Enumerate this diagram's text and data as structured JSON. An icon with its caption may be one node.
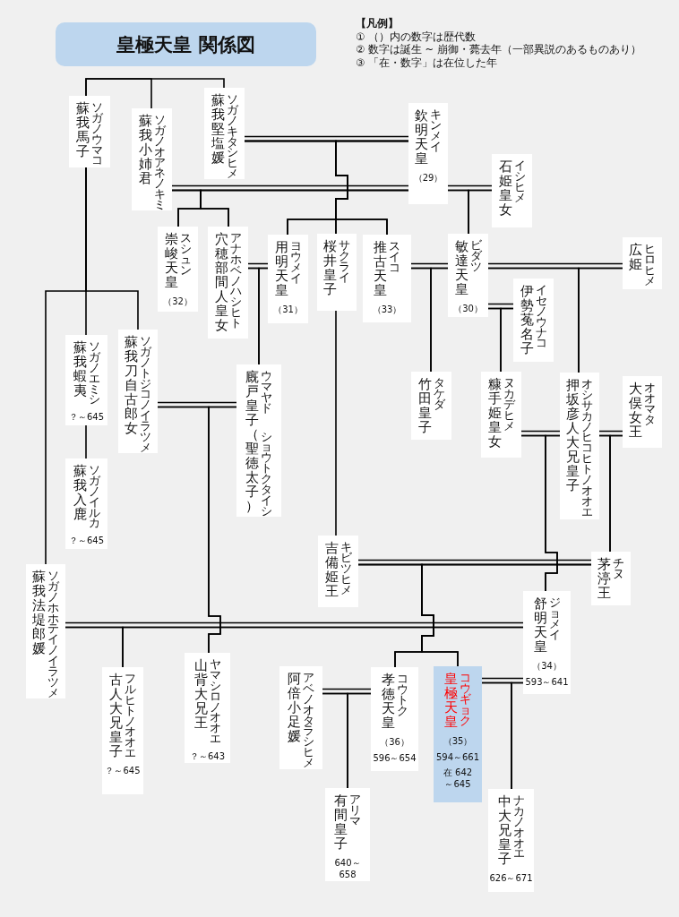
{
  "diagram": {
    "title": "皇極天皇 関係図",
    "nodes": [
      {
        "text": [
          "蘇我馬子",
          "ソガノウマコ"
        ]
      },
      {
        "text": [
          "蘇我小姉君",
          "ソガノオアネノキミ"
        ]
      },
      {
        "text": [
          "蘇我堅塩媛",
          "ソガノキタシヒメ"
        ]
      },
      {
        "text": [
          "欽明天皇",
          "キンメイ",
          "（29）"
        ]
      },
      {
        "text": [
          "石姫皇女",
          "イシヒメ"
        ]
      },
      {
        "text": [
          "崇峻天皇",
          "スシュン",
          "（32）"
        ]
      },
      {
        "text": [
          "穴穂部間人皇女",
          "アナホベノハシヒト"
        ]
      },
      {
        "text": [
          "用明天皇",
          "ヨウメイ",
          "（31）"
        ]
      },
      {
        "text": [
          "桜井皇子",
          "サクライ"
        ]
      },
      {
        "text": [
          "推古天皇",
          "スイコ",
          "（33）"
        ]
      },
      {
        "text": [
          "敏達天皇",
          "ビダツ",
          "（30）"
        ]
      },
      {
        "text": [
          "広姫",
          "ヒロヒメ"
        ]
      },
      {
        "text": [
          "伊勢菟名子",
          "イセノウナコ"
        ]
      },
      {
        "text": [
          "蘇我蝦夷",
          "ソガノエミシ",
          "？～645"
        ]
      },
      {
        "text": [
          "蘇我刀自古郎女",
          "ソガノトジコノイラツメ"
        ]
      },
      {
        "text": [
          "廐戸皇子（聖徳太子）",
          "ウマヤド",
          "ショウトクタイシ"
        ]
      },
      {
        "text": [
          "竹田皇子",
          "タケダ"
        ]
      },
      {
        "text": [
          "糠手姫皇女",
          "ヌカデヒメ"
        ]
      },
      {
        "text": [
          "押坂彦人大兄皇子",
          "オシサカノヒコヒトノオオエ"
        ]
      },
      {
        "text": [
          "大俣女王",
          "オオマタ"
        ]
      },
      {
        "text": [
          "蘇我入鹿",
          "ソガノイルカ",
          "？～645"
        ]
      },
      {
        "text": [
          "吉備姫王",
          "キビツヒメ"
        ]
      },
      {
        "text": [
          "茅渟王",
          "チヌ"
        ]
      },
      {
        "text": [
          "蘇我法堤郎媛",
          "ソガノホホテイノイラツメ"
        ]
      },
      {
        "text": [
          "舒明天皇",
          "ジョメイ",
          "（34）",
          "593～641"
        ]
      },
      {
        "text": [
          "古人大兄皇子",
          "フルヒトノオオエ",
          "？～645"
        ]
      },
      {
        "text": [
          "山背大兄王",
          "ヤマシロノオオエ",
          "？～643"
        ]
      },
      {
        "text": [
          "阿倍小足媛",
          "アベノオタラシヒメ"
        ]
      },
      {
        "text": [
          "孝徳天皇",
          "コウトク",
          "（36）",
          "596～654"
        ]
      },
      {
        "text": [
          "皇極天皇",
          "コウギョク",
          "（35）",
          "594～661",
          "在 642～645"
        ]
      },
      {
        "text": [
          "有間皇子",
          "アリマ",
          "640～658"
        ]
      },
      {
        "text": [
          "中大兄皇子",
          "ナカノオオエ",
          "626～671"
        ]
      }
    ],
    "edges": [
      {
        "from": 0,
        "to": 1,
        "arrow": "none"
      },
      {
        "from": 0,
        "to": 2,
        "arrow": "none"
      },
      {
        "from": 3,
        "to": 2,
        "arrow": "none"
      },
      {
        "from": 3,
        "to": 1,
        "arrow": "none"
      },
      {
        "from": 3,
        "to": 4,
        "arrow": "none"
      },
      {
        "from": 10,
        "to": 9,
        "arrow": "none"
      },
      {
        "from": 10,
        "to": 11,
        "arrow": "none"
      },
      {
        "from": 10,
        "to": 12,
        "arrow": "none"
      },
      {
        "from": 7,
        "to": 6,
        "arrow": "none"
      },
      {
        "from": 15,
        "to": 14,
        "arrow": "none"
      },
      {
        "from": 18,
        "to": 17,
        "arrow": "none"
      },
      {
        "from": 18,
        "to": 19,
        "arrow": "none"
      },
      {
        "from": 22,
        "to": 21,
        "arrow": "none"
      },
      {
        "from": 24,
        "to": 23,
        "arrow": "none"
      },
      {
        "from": 28,
        "to": 27,
        "arrow": "none"
      },
      {
        "from": 29,
        "to": 24,
        "arrow": "none"
      },
      {
        "from": 3,
        "to": 7,
        "arrow": "none"
      },
      {
        "from": 3,
        "to": 8,
        "arrow": "none"
      },
      {
        "from": 3,
        "to": 9,
        "arrow": "none"
      },
      {
        "from": 2,
        "to": 7,
        "arrow": "none"
      },
      {
        "from": 2,
        "to": 8,
        "arrow": "none"
      },
      {
        "from": 2,
        "to": 9,
        "arrow": "none"
      },
      {
        "from": 3,
        "to": 5,
        "arrow": "none"
      },
      {
        "from": 3,
        "to": 6,
        "arrow": "none"
      },
      {
        "from": 1,
        "to": 5,
        "arrow": "none"
      },
      {
        "from": 1,
        "to": 6,
        "arrow": "none"
      },
      {
        "from": 3,
        "to": 10,
        "arrow": "none"
      },
      {
        "from": 4,
        "to": 10,
        "arrow": "none"
      },
      {
        "from": 10,
        "to": 16,
        "arrow": "none"
      },
      {
        "from": 9,
        "to": 16,
        "arrow": "none"
      },
      {
        "from": 10,
        "to": 18,
        "arrow": "none"
      },
      {
        "from": 11,
        "to": 18,
        "arrow": "none"
      },
      {
        "from": 10,
        "to": 17,
        "arrow": "none"
      },
      {
        "from": 12,
        "to": 17,
        "arrow": "none"
      },
      {
        "from": 7,
        "to": 15,
        "arrow": "none"
      },
      {
        "from": 6,
        "to": 15,
        "arrow": "none"
      },
      {
        "from": 0,
        "to": 13,
        "arrow": "none"
      },
      {
        "from": 0,
        "to": 14,
        "arrow": "none"
      },
      {
        "from": 0,
        "to": 23,
        "arrow": "none"
      },
      {
        "from": 13,
        "to": 20,
        "arrow": "none"
      },
      {
        "from": 15,
        "to": 26,
        "arrow": "none"
      },
      {
        "from": 14,
        "to": 26,
        "arrow": "none"
      },
      {
        "from": 18,
        "to": 24,
        "arrow": "none"
      },
      {
        "from": 17,
        "to": 24,
        "arrow": "none"
      },
      {
        "from": 18,
        "to": 22,
        "arrow": "none"
      },
      {
        "from": 19,
        "to": 22,
        "arrow": "none"
      },
      {
        "from": 22,
        "to": 28,
        "arrow": "none"
      },
      {
        "from": 22,
        "to": 29,
        "arrow": "none"
      },
      {
        "from": 21,
        "to": 28,
        "arrow": "none"
      },
      {
        "from": 21,
        "to": 29,
        "arrow": "none"
      },
      {
        "from": 8,
        "to": 21,
        "arrow": "none"
      },
      {
        "from": 24,
        "to": 25,
        "arrow": "none"
      },
      {
        "from": 23,
        "to": 25,
        "arrow": "none"
      },
      {
        "from": 28,
        "to": 30,
        "arrow": "none"
      },
      {
        "from": 27,
        "to": 30,
        "arrow": "none"
      },
      {
        "from": 29,
        "to": 31,
        "arrow": "none"
      },
      {
        "from": 24,
        "to": 31,
        "arrow": "none"
      }
    ],
    "labels": [
      "【凡例】",
      "① （）内の数字は歴代数",
      "② 数字は誕生 ~ 崩御・薨去年（一部異説のあるものあり）",
      "③ 「在・数字」は在位した年"
    ]
  }
}
